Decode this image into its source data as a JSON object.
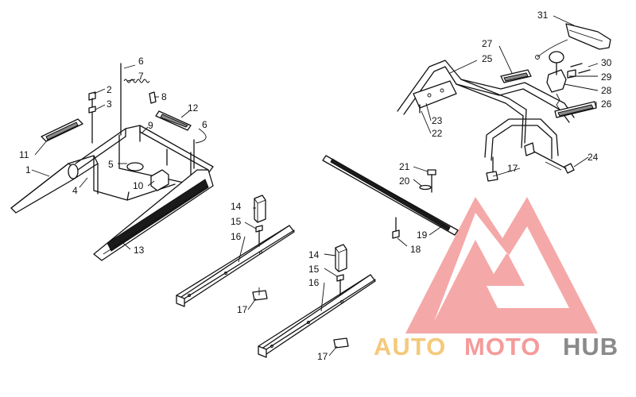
{
  "callouts": [
    {
      "id": "1",
      "label": "1"
    },
    {
      "id": "2",
      "label": "2"
    },
    {
      "id": "3",
      "label": "3"
    },
    {
      "id": "4",
      "label": "4"
    },
    {
      "id": "5",
      "label": "5"
    },
    {
      "id": "6a",
      "label": "6"
    },
    {
      "id": "6b",
      "label": "6"
    },
    {
      "id": "7",
      "label": "7"
    },
    {
      "id": "8",
      "label": "8"
    },
    {
      "id": "9",
      "label": "9"
    },
    {
      "id": "10",
      "label": "10"
    },
    {
      "id": "11",
      "label": "11"
    },
    {
      "id": "12",
      "label": "12"
    },
    {
      "id": "13",
      "label": "13"
    },
    {
      "id": "14a",
      "label": "14"
    },
    {
      "id": "14b",
      "label": "14"
    },
    {
      "id": "15a",
      "label": "15"
    },
    {
      "id": "15b",
      "label": "15"
    },
    {
      "id": "16a",
      "label": "16"
    },
    {
      "id": "16b",
      "label": "16"
    },
    {
      "id": "17a",
      "label": "17"
    },
    {
      "id": "17b",
      "label": "17"
    },
    {
      "id": "17c",
      "label": "17"
    },
    {
      "id": "18",
      "label": "18"
    },
    {
      "id": "19",
      "label": "19"
    },
    {
      "id": "20",
      "label": "20"
    },
    {
      "id": "21",
      "label": "21"
    },
    {
      "id": "22",
      "label": "22"
    },
    {
      "id": "23",
      "label": "23"
    },
    {
      "id": "24",
      "label": "24"
    },
    {
      "id": "25",
      "label": "25"
    },
    {
      "id": "26",
      "label": "26"
    },
    {
      "id": "27",
      "label": "27"
    },
    {
      "id": "28",
      "label": "28"
    },
    {
      "id": "29",
      "label": "29"
    },
    {
      "id": "30",
      "label": "30"
    },
    {
      "id": "31",
      "label": "31"
    }
  ],
  "watermark": {
    "part1": "AUTO",
    "part2": "MOTO",
    "part3": "HUB",
    "color_yellow": "#f5c97a",
    "color_pink": "#f59a9a",
    "color_grey": "#8a8a8a",
    "logo_color": "#f28b8b"
  }
}
